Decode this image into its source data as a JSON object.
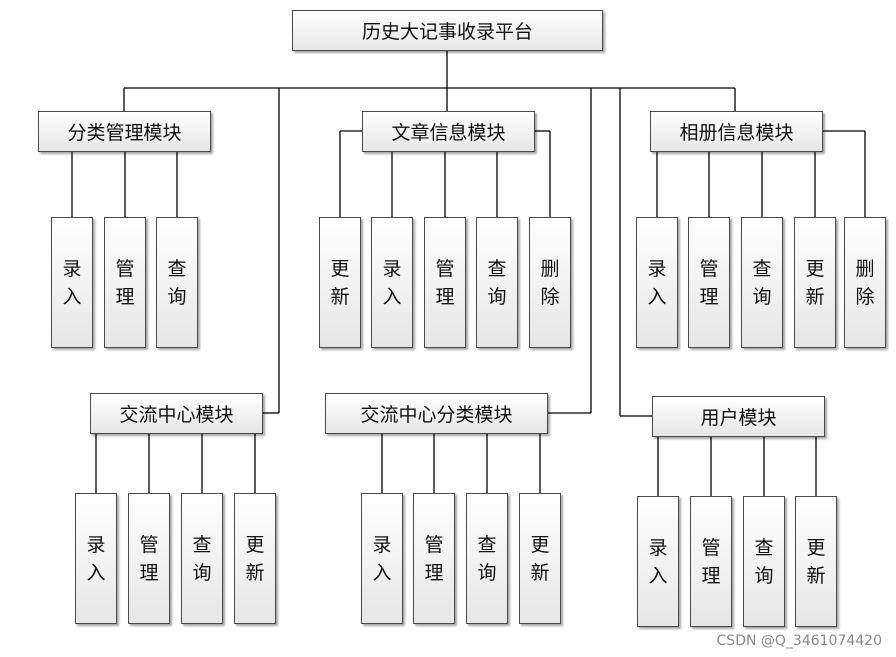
{
  "root": {
    "label": "历史大记事收录平台"
  },
  "modules": [
    {
      "label": "分类管理模块",
      "items": [
        "录入",
        "管理",
        "查询"
      ]
    },
    {
      "label": "文章信息模块",
      "items": [
        "更新",
        "录入",
        "管理",
        "查询",
        "删除"
      ]
    },
    {
      "label": "相册信息模块",
      "items": [
        "录入",
        "管理",
        "查询",
        "更新",
        "删除"
      ]
    },
    {
      "label": "交流中心模块",
      "items": [
        "录入",
        "管理",
        "查询",
        "更新"
      ]
    },
    {
      "label": "交流中心分类模块",
      "items": [
        "录入",
        "管理",
        "查询",
        "更新"
      ]
    },
    {
      "label": "用户模块",
      "items": [
        "录入",
        "管理",
        "查询",
        "更新"
      ]
    }
  ],
  "watermark": "CSDN @Q_3461074420"
}
